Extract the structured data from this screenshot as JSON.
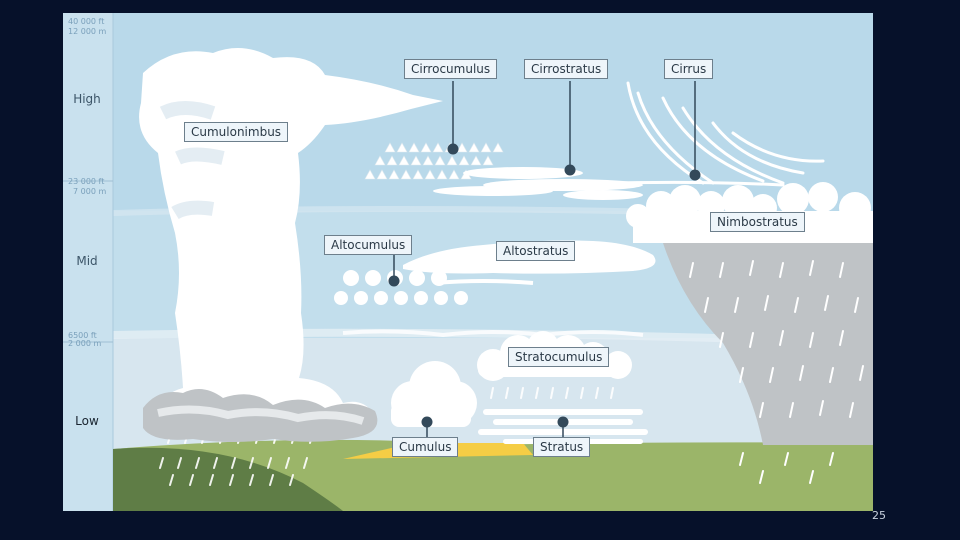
{
  "diagram": {
    "altitudes": {
      "top_ft": "40 000 ft",
      "top_m": "12 000 m",
      "high_mid_ft": "23 000 ft",
      "high_mid_m": "7 000 m",
      "mid_low_ft": "6500 ft",
      "mid_low_m": "2 000 m"
    },
    "levels": {
      "high": "High",
      "mid": "Mid",
      "low": "Low"
    },
    "clouds": {
      "cirrocumulus": "Cirrocumulus",
      "cirrostratus": "Cirrostratus",
      "cirrus": "Cirrus",
      "cumulonimbus": "Cumulonimbus",
      "nimbostratus": "Nimbostratus",
      "altocumulus": "Altocumulus",
      "altostratus": "Altostratus",
      "stratocumulus": "Stratocumulus",
      "cumulus": "Cumulus",
      "stratus": "Stratus"
    }
  },
  "slide_number": "25",
  "colors": {
    "background": "#06112a",
    "sky_high": "#b9d9ea",
    "sky_low": "#d7e6ef",
    "cloud": "#ffffff",
    "rain_cloud": "#bfc3c6",
    "ground": "#9bb569",
    "ground_dark": "#5f7d46",
    "sun": "#f5cd45",
    "marker": "#33495a"
  }
}
